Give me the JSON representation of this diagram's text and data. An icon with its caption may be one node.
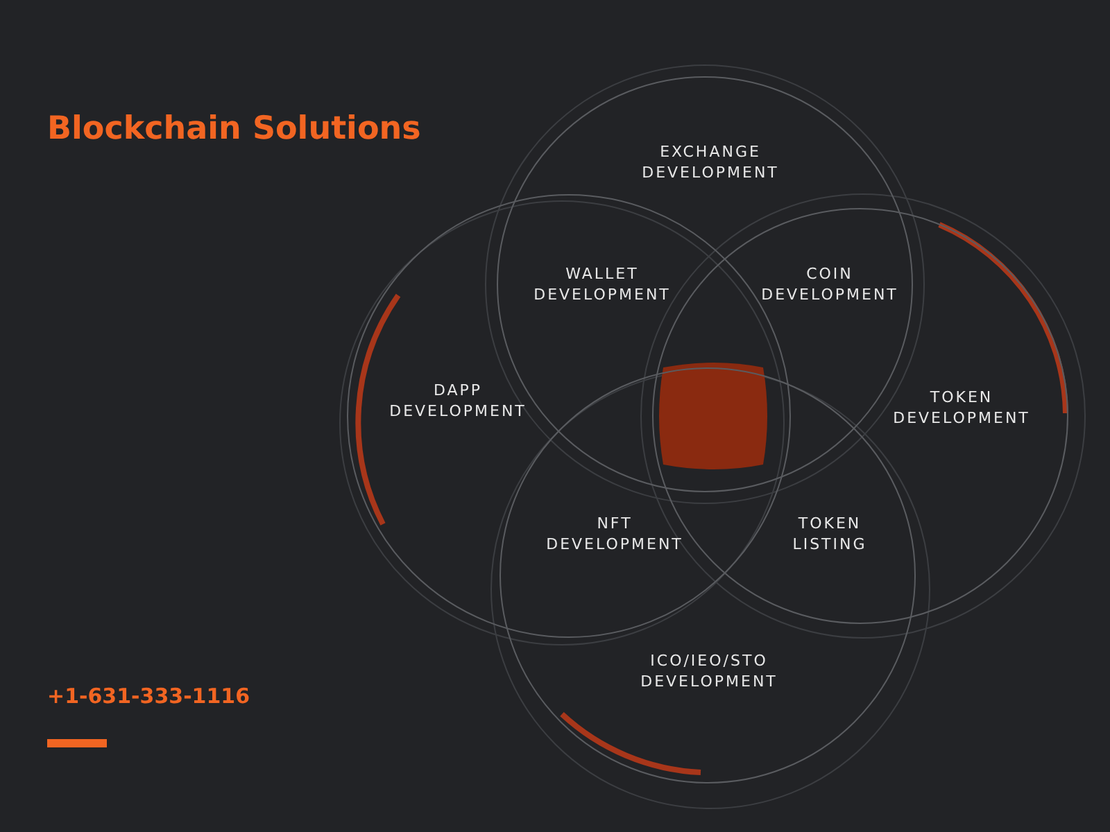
{
  "diagram": {
    "title": "Blockchain Solutions",
    "nodes": [
      {
        "text": [
          "EXCHANGE DEVELOPMENT"
        ]
      },
      {
        "text": [
          "DAPP DEVELOPMENT"
        ]
      },
      {
        "text": [
          "TOKEN DEVELOPMENT"
        ]
      },
      {
        "text": [
          "ICO/IEO/STO DEVELOPMENT"
        ]
      },
      {
        "text": [],
        "shape": "box"
      }
    ],
    "labels": [
      "WALLET DEVELOPMENT",
      "COIN DEVELOPMENT",
      "NFT DEVELOPMENT",
      "TOKEN LISTING",
      "+1-631-333-1116"
    ]
  }
}
